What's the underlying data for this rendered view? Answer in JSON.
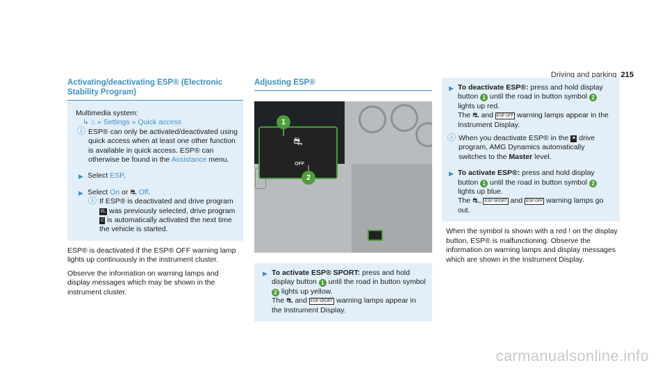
{
  "header": {
    "section": "Driving and parking",
    "page": "215"
  },
  "col1": {
    "title": "Activating/deactivating ESP® (Electronic Stability Program)",
    "system": "Multimedia system:",
    "path_home_icon": "home-icon",
    "path_settings": "Settings",
    "path_quick": "Quick access",
    "note1": "ESP® can only be activated/deactivated using quick access when at least one other function is available in quick access. ESP® can otherwise be found in the",
    "note1_link": "Assistance",
    "note1_end": "menu.",
    "step1_pre": "Select",
    "step1_link": "ESP",
    "step2_pre": "Select",
    "step2_on": "On",
    "step2_or": "or",
    "step2_off": "Off",
    "note2": "If ESP® is deactivated and drive program",
    "note2_b": "was previously selected, drive program",
    "note2_c": "is automatically activated the next time the vehicle is started.",
    "para1": "ESP® is deactivated if the  ESP® OFF warning lamp lights up continuously in the instrument cluster.",
    "para2": "Observe the information on warning lamps and display messages which may be shown in the instrument cluster."
  },
  "col2": {
    "title": "Adjusting ESP®",
    "figure": {
      "callout1": "1",
      "callout2": "2",
      "button_label": "OFF"
    },
    "step_bold": "To activate ESP® SPORT:",
    "step_text_a": "press and hold display button",
    "step_text_b": "until the road in button symbol",
    "step_text_c": "lights up yellow.",
    "step_text_d_pre": "The",
    "step_text_d_and": "and",
    "step_text_d_post": "warning lamps appear in the Instrument Display."
  },
  "col3": {
    "s1_bold": "To deactivate ESP®:",
    "s1_a": "press and hold display button",
    "s1_b": "until the road in button symbol",
    "s1_c": "lights up red.",
    "s1_d_pre": "The",
    "s1_d_and": "and",
    "s1_d_post": "warning lamps appear in the Instrument Display.",
    "note_a": "When you deactivate ESP® in the",
    "note_b": "drive program, AMG Dynamics automatically switches to the",
    "note_master": "Master",
    "note_c": "level.",
    "s2_bold": "To activate ESP®:",
    "s2_a": "press and hold display button",
    "s2_b": "until the road in button symbol",
    "s2_c": "lights up blue.",
    "s2_d_pre": "The",
    "s2_d_and": "and",
    "s2_d_post": "warning lamps go out.",
    "para": "When the   symbol is shown with a red ! on the display button, ESP® is malfunctioning. Observe the information on warning lamps and display messages which are shown in the Instrument Display."
  },
  "symbols": {
    "off": "OFF",
    "esp_off": "ESP OFF",
    "esp_sport": "ESP SPORT",
    "sel": "EL",
    "comfort": "C"
  },
  "watermark": "carmanualsonline.info",
  "colors": {
    "accent": "#3c8fc4",
    "box": "#e2eff8",
    "callout": "#4c9e3a"
  }
}
